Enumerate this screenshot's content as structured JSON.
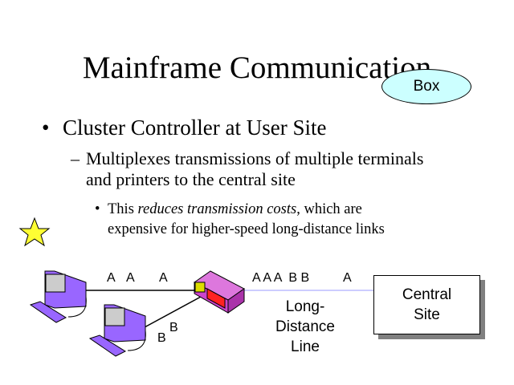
{
  "title": "Mainframe Communication",
  "callout": "Box",
  "bullets": {
    "level1": "Cluster Controller at User Site",
    "level2_line1": "Multiplexes transmissions of multiple terminals",
    "level2_line2": "and printers to the central site",
    "level3_pre": "This ",
    "level3_em": "reduces transmission costs",
    "level3_post": ", which are",
    "level3_line2": "expensive for higher-speed long-distance links"
  },
  "diagram": {
    "link_a_labels": [
      "A",
      "A",
      "A"
    ],
    "link_b_labels": [
      "B",
      "B"
    ],
    "trunk_labels": "A A A  B B",
    "trunk_last": "A",
    "line_label": "Long-Distance Line",
    "line_label_1": "Long-",
    "line_label_2": "Distance",
    "line_label_3": "Line",
    "central_1": "Central",
    "central_2": "Site"
  },
  "colors": {
    "star": "#ffff33",
    "terminal": "#9966ff",
    "controller": "#cc66cc",
    "callout": "#ccffff",
    "trunk": "#ccccff"
  }
}
